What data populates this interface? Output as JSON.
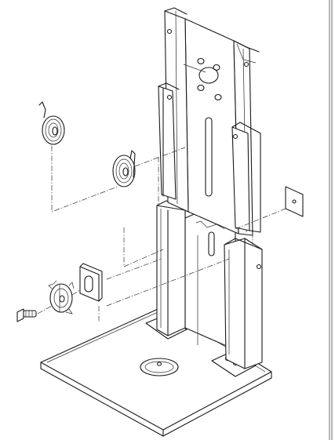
{
  "figure": {
    "kind": "exploded-assembly-line-drawing",
    "parts": [
      {
        "name": "base-plate",
        "icon": "base-plate"
      },
      {
        "name": "lower-column",
        "icon": "lower-column"
      },
      {
        "name": "upper-slide-column",
        "icon": "upper-slide-column"
      },
      {
        "name": "clock-spring-left",
        "icon": "coil-spring"
      },
      {
        "name": "clock-spring-middle",
        "icon": "coil-spring"
      },
      {
        "name": "small-cover-plate",
        "icon": "square-plate"
      },
      {
        "name": "bracket-clip",
        "icon": "bracket"
      },
      {
        "name": "spring-washer",
        "icon": "toothed-washer"
      },
      {
        "name": "screw",
        "icon": "screw"
      }
    ],
    "colors": {
      "line": "#1a1a1a",
      "background": "#ffffff"
    }
  }
}
